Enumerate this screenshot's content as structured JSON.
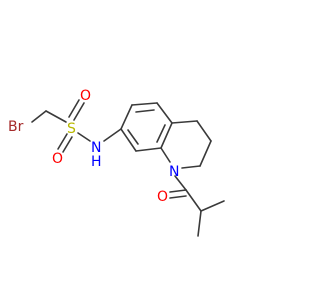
{
  "molecule": {
    "atoms": [
      {
        "id": "br",
        "label": "Br",
        "color": "#a52a2a"
      },
      {
        "id": "s",
        "label": "S",
        "color": "#b8b800"
      },
      {
        "id": "o1",
        "label": "O",
        "color": "#ff0000"
      },
      {
        "id": "o2",
        "label": "O",
        "color": "#ff0000"
      },
      {
        "id": "nh",
        "label": "N",
        "color": "#0000ff"
      },
      {
        "id": "h",
        "label": "H",
        "color": "#0000ff"
      },
      {
        "id": "n1",
        "label": "N",
        "color": "#0000ff"
      },
      {
        "id": "o3",
        "label": "O",
        "color": "#ff0000"
      }
    ],
    "bond_color": "#3a3a3a"
  }
}
